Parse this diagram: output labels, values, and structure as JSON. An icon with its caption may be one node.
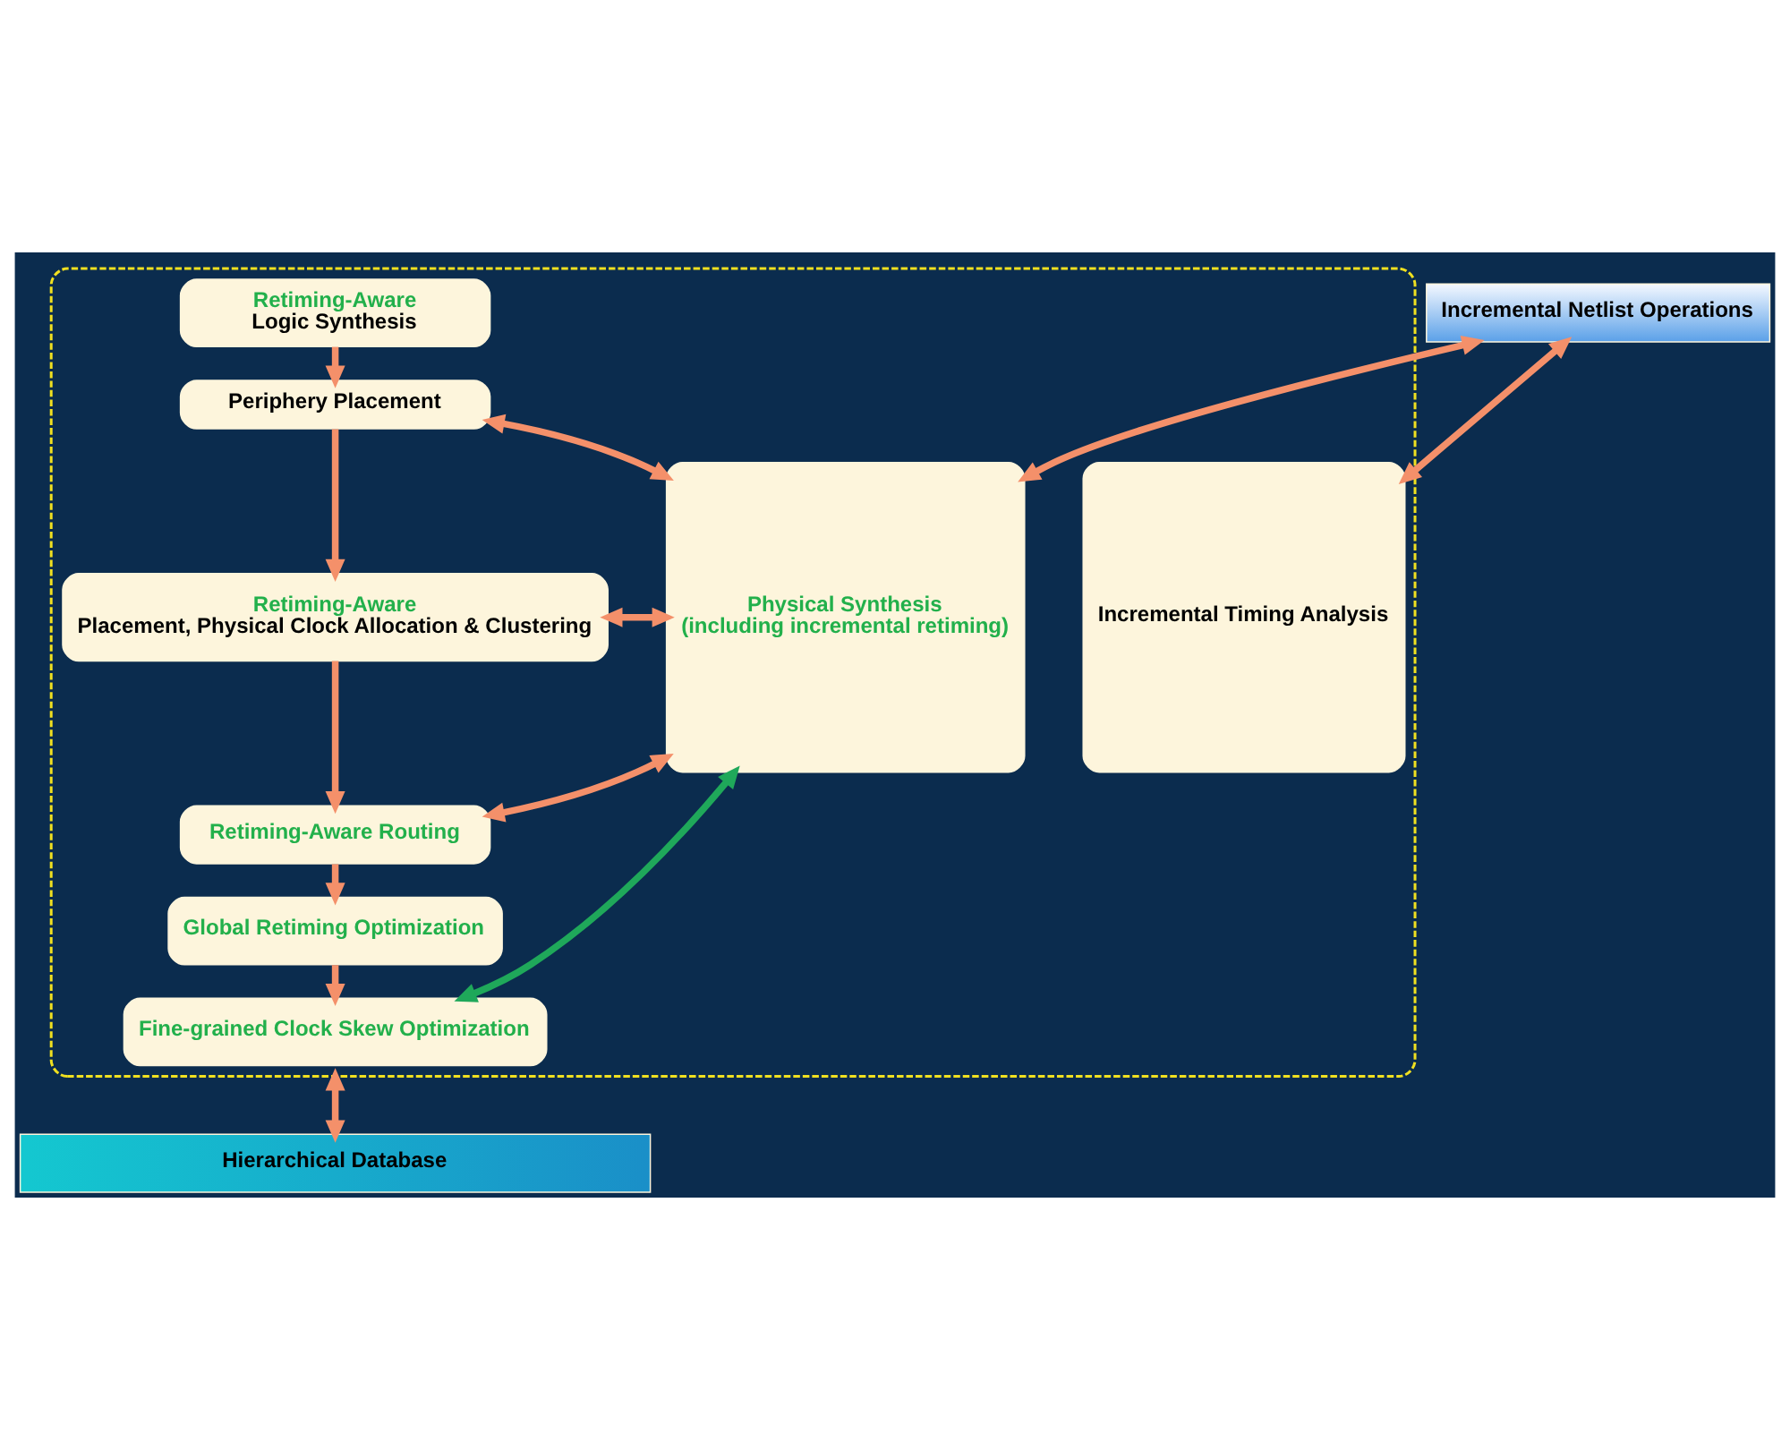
{
  "diagram": {
    "nodes": [
      {
        "text": [],
        "shape": "box"
      },
      {
        "text": [
          "Retiming-Aware",
          "Logic Synthesis"
        ],
        "in": 0
      },
      {
        "text": [
          "Periphery Placement"
        ],
        "in": 0
      },
      {
        "text": [
          "Retiming-Aware",
          "Placement, Physical Clock Allocation & Clustering"
        ],
        "in": 0
      },
      {
        "text": [
          "Retiming-Aware Routing"
        ],
        "in": 0
      },
      {
        "text": [
          "Global Retiming Optimization"
        ],
        "in": 0
      },
      {
        "text": [
          "Fine-grained Clock Skew Optimization"
        ],
        "in": 0
      },
      {
        "text": [
          "Incremental Netlist Operations"
        ]
      },
      {
        "text": [
          "Physical Synthesis",
          "(including incremental retiming)"
        ],
        "in": 0
      },
      {
        "text": [
          "Incremental Timing Analysis"
        ],
        "in": 0
      },
      {
        "text": [
          "Hierarchical Database"
        ]
      }
    ],
    "edges": [
      {
        "from": 1,
        "to": 2,
        "arrow": "to"
      },
      {
        "from": 2,
        "to": 3,
        "arrow": "to"
      },
      {
        "from": 3,
        "to": 4,
        "arrow": "to"
      },
      {
        "from": 4,
        "to": 5,
        "arrow": "to"
      },
      {
        "from": 5,
        "to": 6,
        "arrow": "to"
      },
      {
        "from": 2,
        "to": 8,
        "arrow": "both"
      },
      {
        "from": 3,
        "to": 8,
        "arrow": "both"
      },
      {
        "from": 4,
        "to": 8,
        "arrow": "both"
      },
      {
        "from": 6,
        "to": 8,
        "arrow": "both",
        "color": "#1fa85a"
      },
      {
        "from": 7,
        "to": 8,
        "arrow": "both"
      },
      {
        "from": 7,
        "to": 9,
        "arrow": "both"
      },
      {
        "from": 0,
        "to": 10,
        "arrow": "both"
      }
    ]
  }
}
